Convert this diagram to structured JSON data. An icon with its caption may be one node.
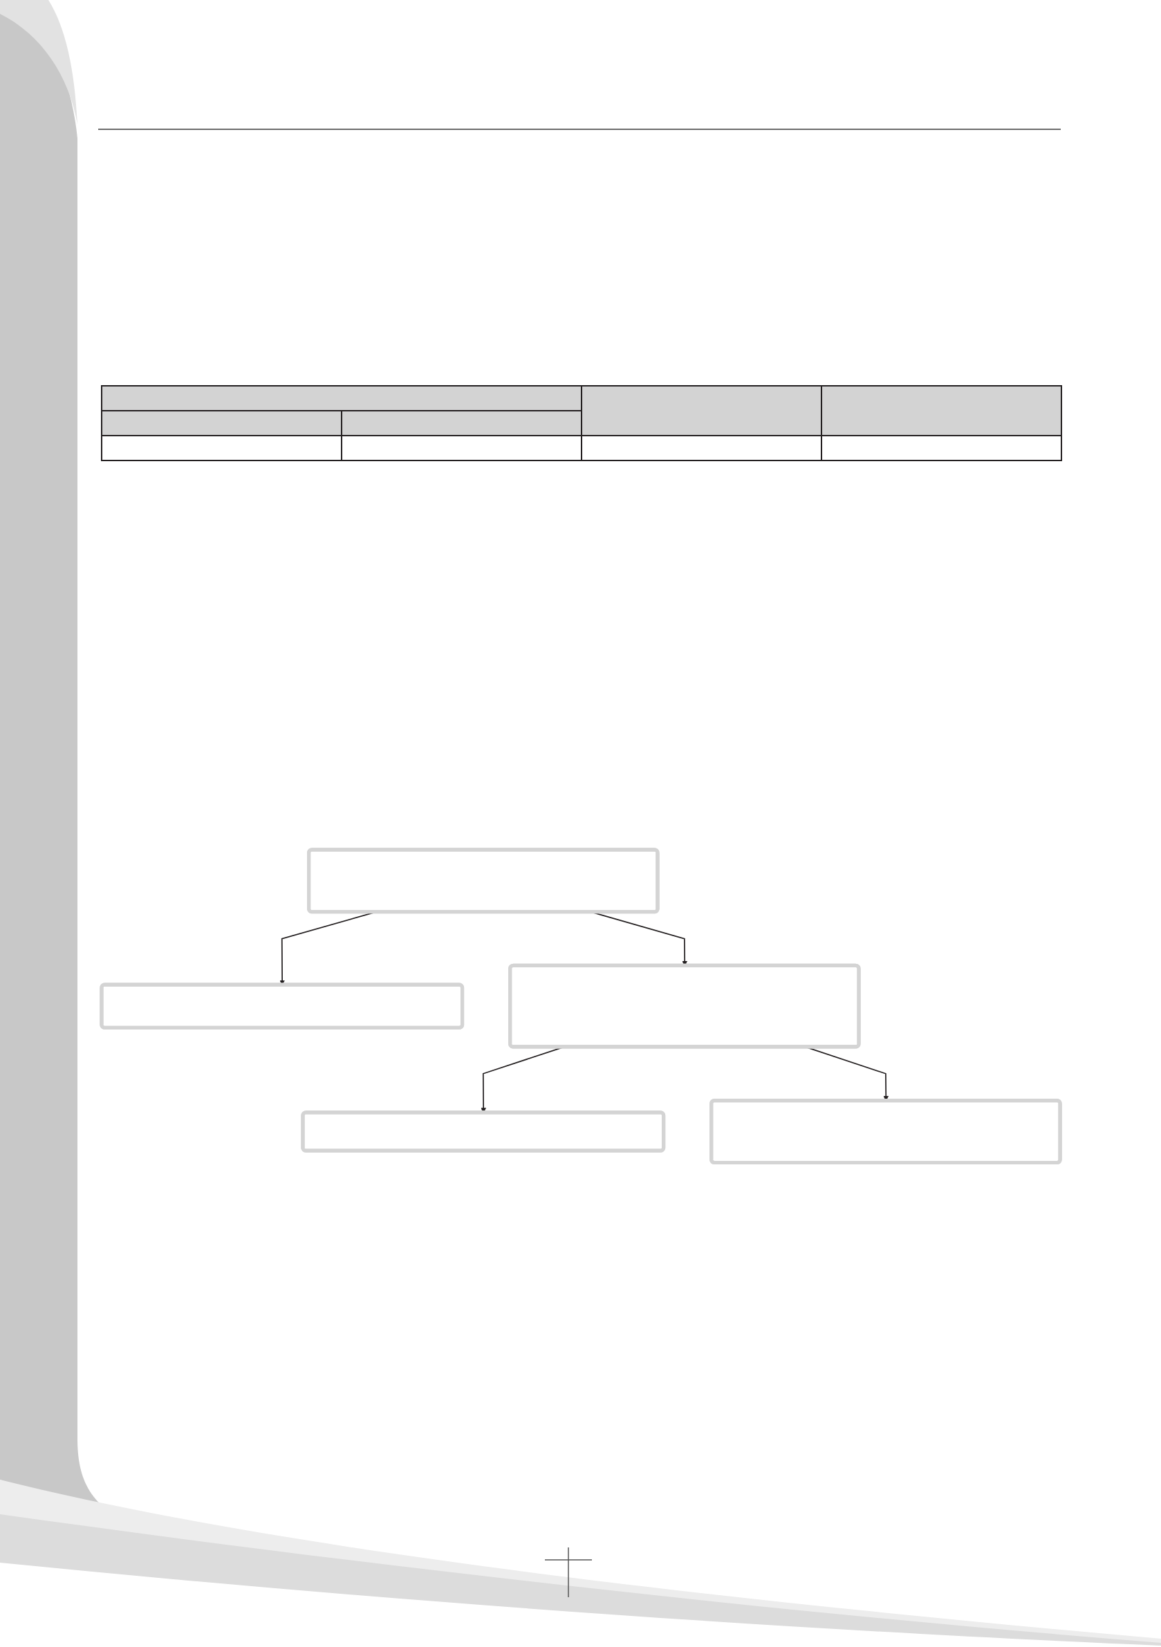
{
  "diagram": {
    "nodes": [
      {
        "text": [],
        "shape": "box"
      },
      {
        "text": [],
        "shape": "box"
      },
      {
        "text": [],
        "shape": "box"
      },
      {
        "text": [],
        "shape": "box"
      },
      {
        "text": [],
        "shape": "box"
      }
    ],
    "edges": [
      {
        "from": 0,
        "to": 1,
        "arrow": "to"
      },
      {
        "from": 0,
        "to": 2,
        "arrow": "to"
      },
      {
        "from": 2,
        "to": 3,
        "arrow": "to"
      },
      {
        "from": 2,
        "to": 4,
        "arrow": "to"
      }
    ]
  }
}
